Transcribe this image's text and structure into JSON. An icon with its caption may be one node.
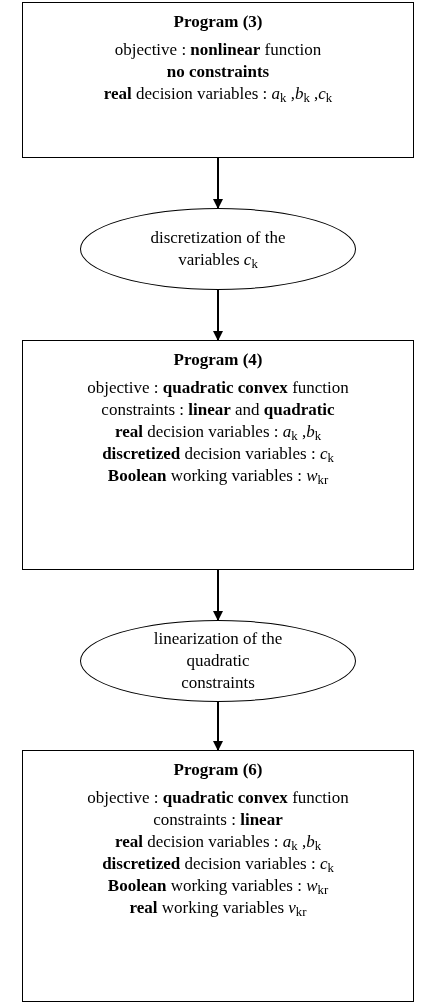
{
  "diagram": {
    "nodes": [
      {
        "text": [
          "Program (3)",
          "objective : **nonlinear** function",
          "**no constraints**",
          "**real** decision variables : *a*$_{k}$ ,*b*$_{k}$ ,*c*$_{k}$"
        ]
      },
      {
        "text": [
          "discretization of the variables *c*$_{k}$"
        ]
      },
      {
        "text": [
          "Program (4)",
          "objective : **quadratic convex** function",
          "constraints : **linear** and **quadratic**",
          "**real** decision variables : *a*$_{k}$ ,*b*$_{k}$",
          "**discretized** decision variables : *c*$_{k}$",
          "**Boolean** working variables : *w*$_{kr}$"
        ]
      },
      {
        "text": [
          "linearization of the quadratic constraints"
        ]
      },
      {
        "text": [
          "Program (6)",
          "objective : **quadratic convex** function",
          "constraints : **linear**",
          "**real** decision variables : *a*$_{k}$ ,*b*$_{k}$",
          "**discretized** decision variables : *c*$_{k}$",
          "**Boolean** working variables : *w*$_{kr}$",
          "**real** working variables *v*$_{kr}$"
        ]
      }
    ],
    "edges": [
      {
        "from": 0,
        "to": 1,
        "arrow": "to"
      },
      {
        "from": 1,
        "to": 2,
        "arrow": "to"
      },
      {
        "from": 2,
        "to": 3,
        "arrow": "to"
      },
      {
        "from": 3,
        "to": 4,
        "arrow": "to"
      }
    ]
  }
}
